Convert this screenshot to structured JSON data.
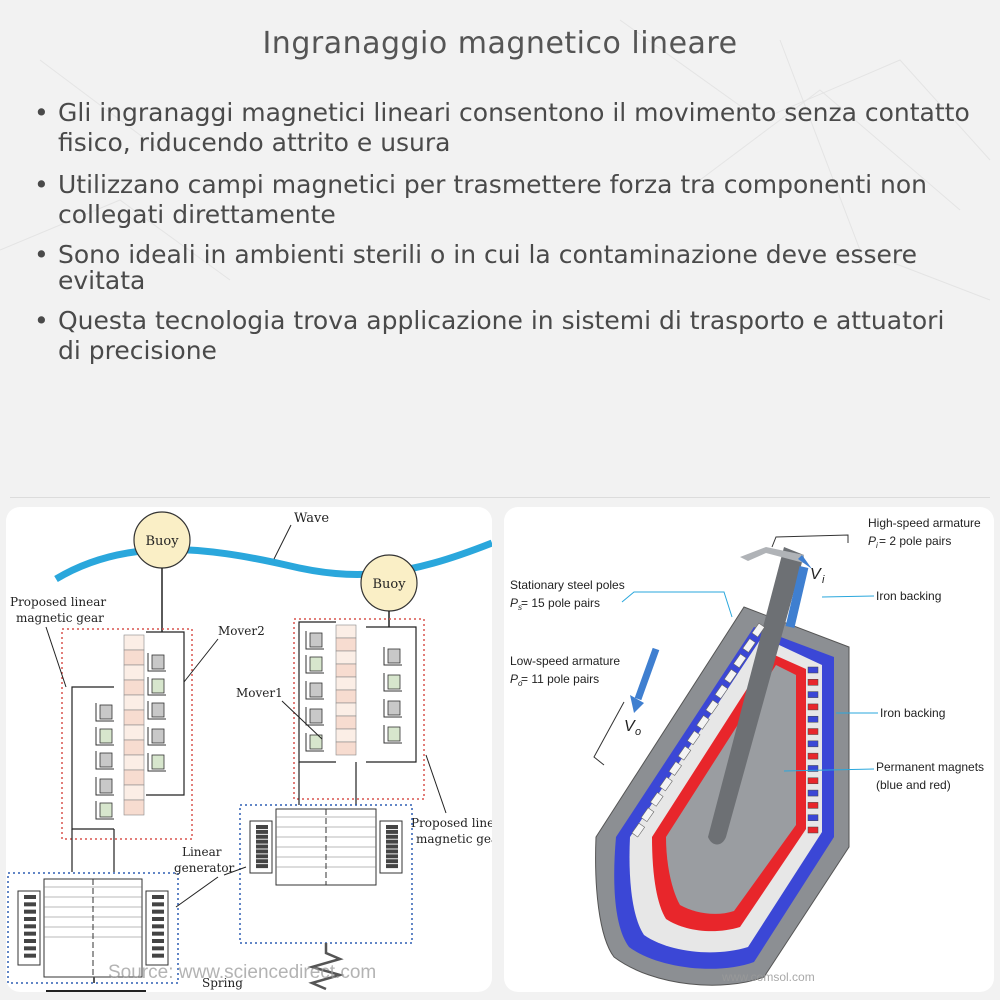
{
  "title": "Ingranaggio magnetico lineare",
  "bullets": [
    "Gli ingranaggi magnetici lineari consentono il movimento senza contatto fisico, riducendo attrito e usura",
    "Utilizzano campi magnetici per trasmettere forza tra componenti non collegati direttamente",
    "Sono ideali in ambienti sterili o in cui la contaminazione deve essere evitata",
    "Questa tecnologia trova applicazione in sistemi di trasporto e attuatori di precisione"
  ],
  "bullet_symbol": "•",
  "left_diagram": {
    "wave": "Wave",
    "buoy1": "Buoy",
    "buoy2": "Buoy",
    "mover2": "Mover2",
    "mover1": "Mover1",
    "proposed_gear_1_line1": "Proposed linear",
    "proposed_gear_1_line2": "magnetic gear",
    "proposed_gear_2_line1": "Proposed linear",
    "proposed_gear_2_line2": "magnetic gear",
    "linear_gen_line1": "Linear",
    "linear_gen_line2": "generator",
    "spring": "Spring",
    "source": "Source: www.sciencedirect.com"
  },
  "right_diagram": {
    "high_speed": "High-speed armature",
    "high_speed_pairs": "P",
    "high_speed_sub": "i",
    "high_speed_val": " = 2 pole pairs",
    "stationary": "Stationary steel poles",
    "stationary_p": "P",
    "stationary_sub": "s",
    "stationary_val": " = 15 pole pairs",
    "low_speed": "Low-speed armature",
    "low_speed_p": "P",
    "low_speed_sub": "o",
    "low_speed_val": " = 11 pole pairs",
    "iron_backing_1": "Iron backing",
    "iron_backing_2": "Iron backing",
    "permanent_magnets": "Permanent magnets",
    "permanent_magnets_2": "(blue and red)",
    "vi": "V",
    "vi_sub": "i",
    "vo": "V",
    "vo_sub": "o",
    "source": "www.comsol.com"
  },
  "colors": {
    "wave": "#2aa7dc",
    "buoy_fill": "#faefc6",
    "dotted_red": "#d9534f",
    "dotted_blue": "#2f5fb3",
    "magnet_red": "#e8262b",
    "magnet_blue": "#3b47d6",
    "steel_gray": "#8c8f93",
    "arrow_blue": "#3f7fd0"
  }
}
